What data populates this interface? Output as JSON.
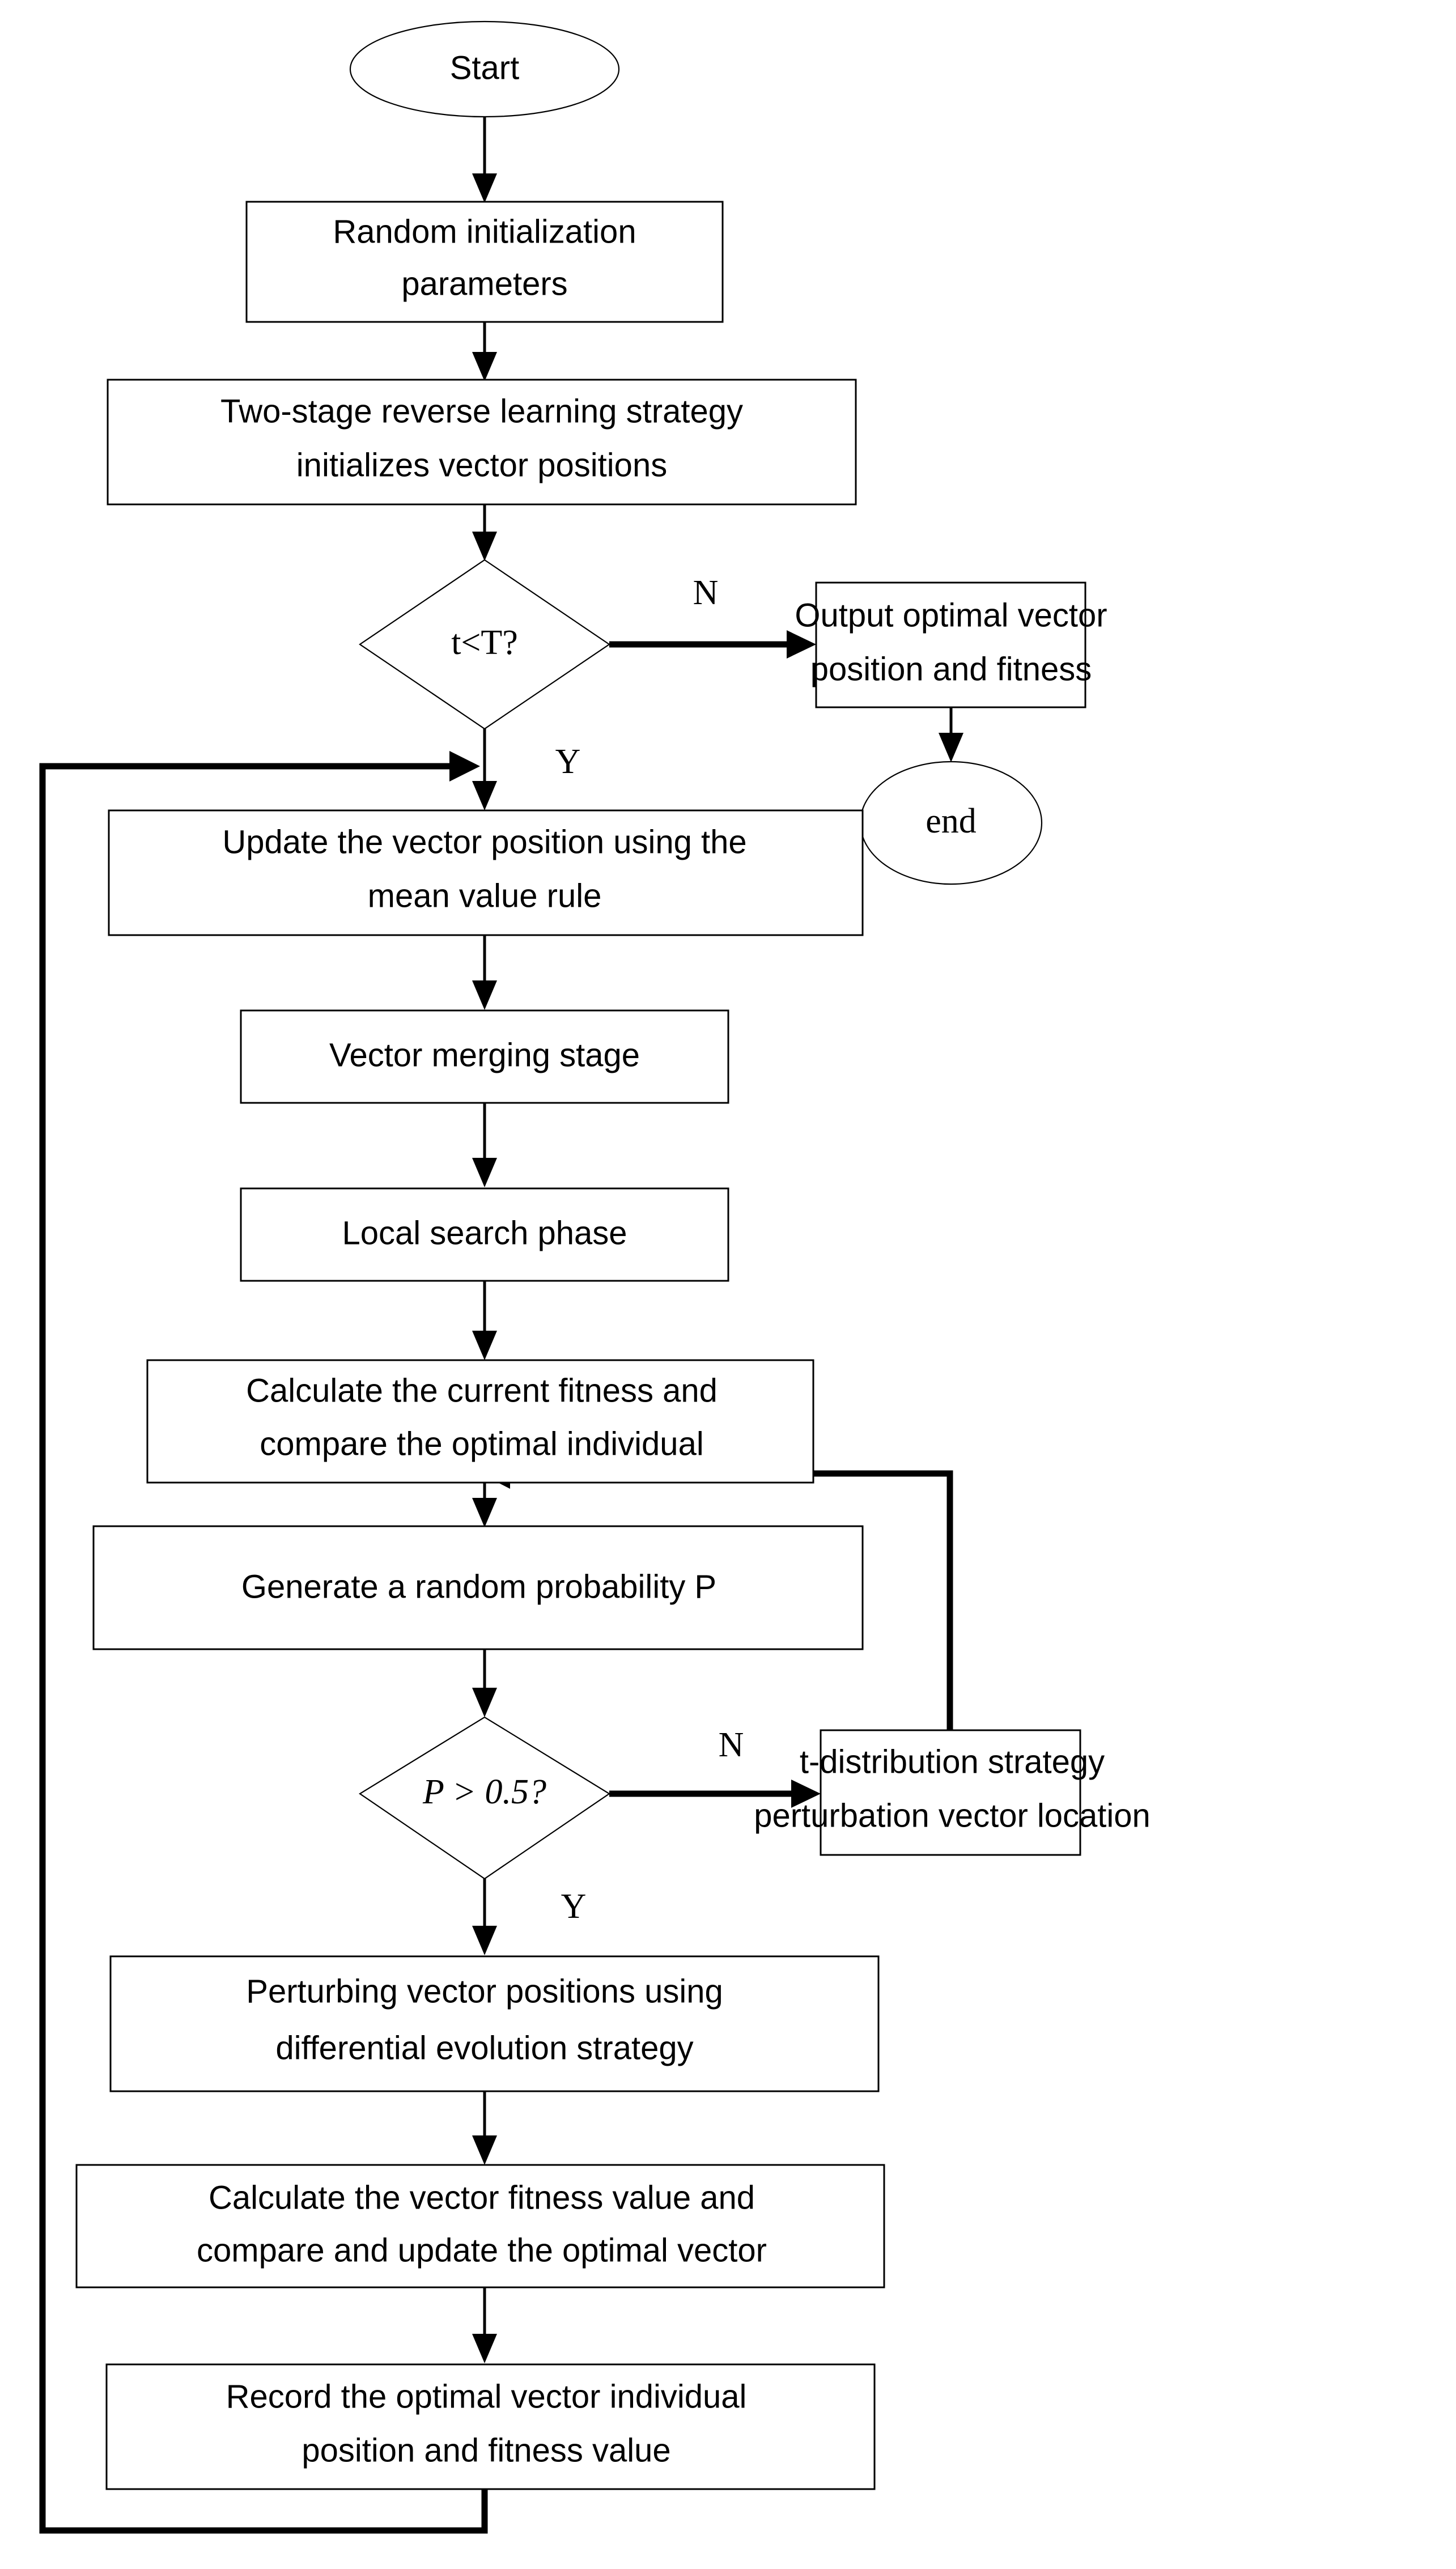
{
  "diagram": {
    "title": "Algorithm flowchart",
    "background_color": "#ffffff",
    "line_color": "#000000",
    "text_color": "#000000"
  },
  "nodes": {
    "start": {
      "label": "Start",
      "shape": "ellipse"
    },
    "random_init": {
      "line1": "Random initialization",
      "line2": "parameters",
      "shape": "rect"
    },
    "two_stage": {
      "line1": "Two-stage reverse learning strategy",
      "line2": "initializes vector positions",
      "shape": "rect"
    },
    "t_less_T": {
      "label": "t<T?",
      "shape": "diamond"
    },
    "output_optimal": {
      "line1": "Output optimal vector",
      "line2": "position and fitness",
      "shape": "rect"
    },
    "end": {
      "label": "end",
      "shape": "ellipse"
    },
    "update_vector": {
      "line1": "Update the vector position using the",
      "line2": "mean value rule",
      "shape": "rect"
    },
    "vector_merging": {
      "label": "Vector merging stage",
      "shape": "rect"
    },
    "local_search": {
      "label": "Local search phase",
      "shape": "rect"
    },
    "calc_current_fitness": {
      "line1": "Calculate the current fitness and",
      "line2": "compare the optimal individual",
      "shape": "rect"
    },
    "generate_probability": {
      "label": "Generate a random probability P",
      "shape": "rect"
    },
    "p_gt_half": {
      "label": "P > 0.5?",
      "shape": "diamond"
    },
    "t_distribution": {
      "line1": "t-distribution strategy",
      "line2": "perturbation vector location",
      "shape": "rect"
    },
    "perturbing_vector": {
      "line1": "Perturbing vector positions using",
      "line2": "differential evolution strategy",
      "shape": "rect"
    },
    "calc_vector_fitness": {
      "line1": "Calculate the vector fitness value and",
      "line2": "compare and update the optimal vector",
      "shape": "rect"
    },
    "record_optimal": {
      "line1": "Record the optimal vector individual",
      "line2": "position and fitness value",
      "shape": "rect"
    }
  },
  "branch_labels": {
    "t_less_T_no": "N",
    "t_less_T_yes": "Y",
    "p_gt_half_no": "N",
    "p_gt_half_yes": "Y"
  }
}
